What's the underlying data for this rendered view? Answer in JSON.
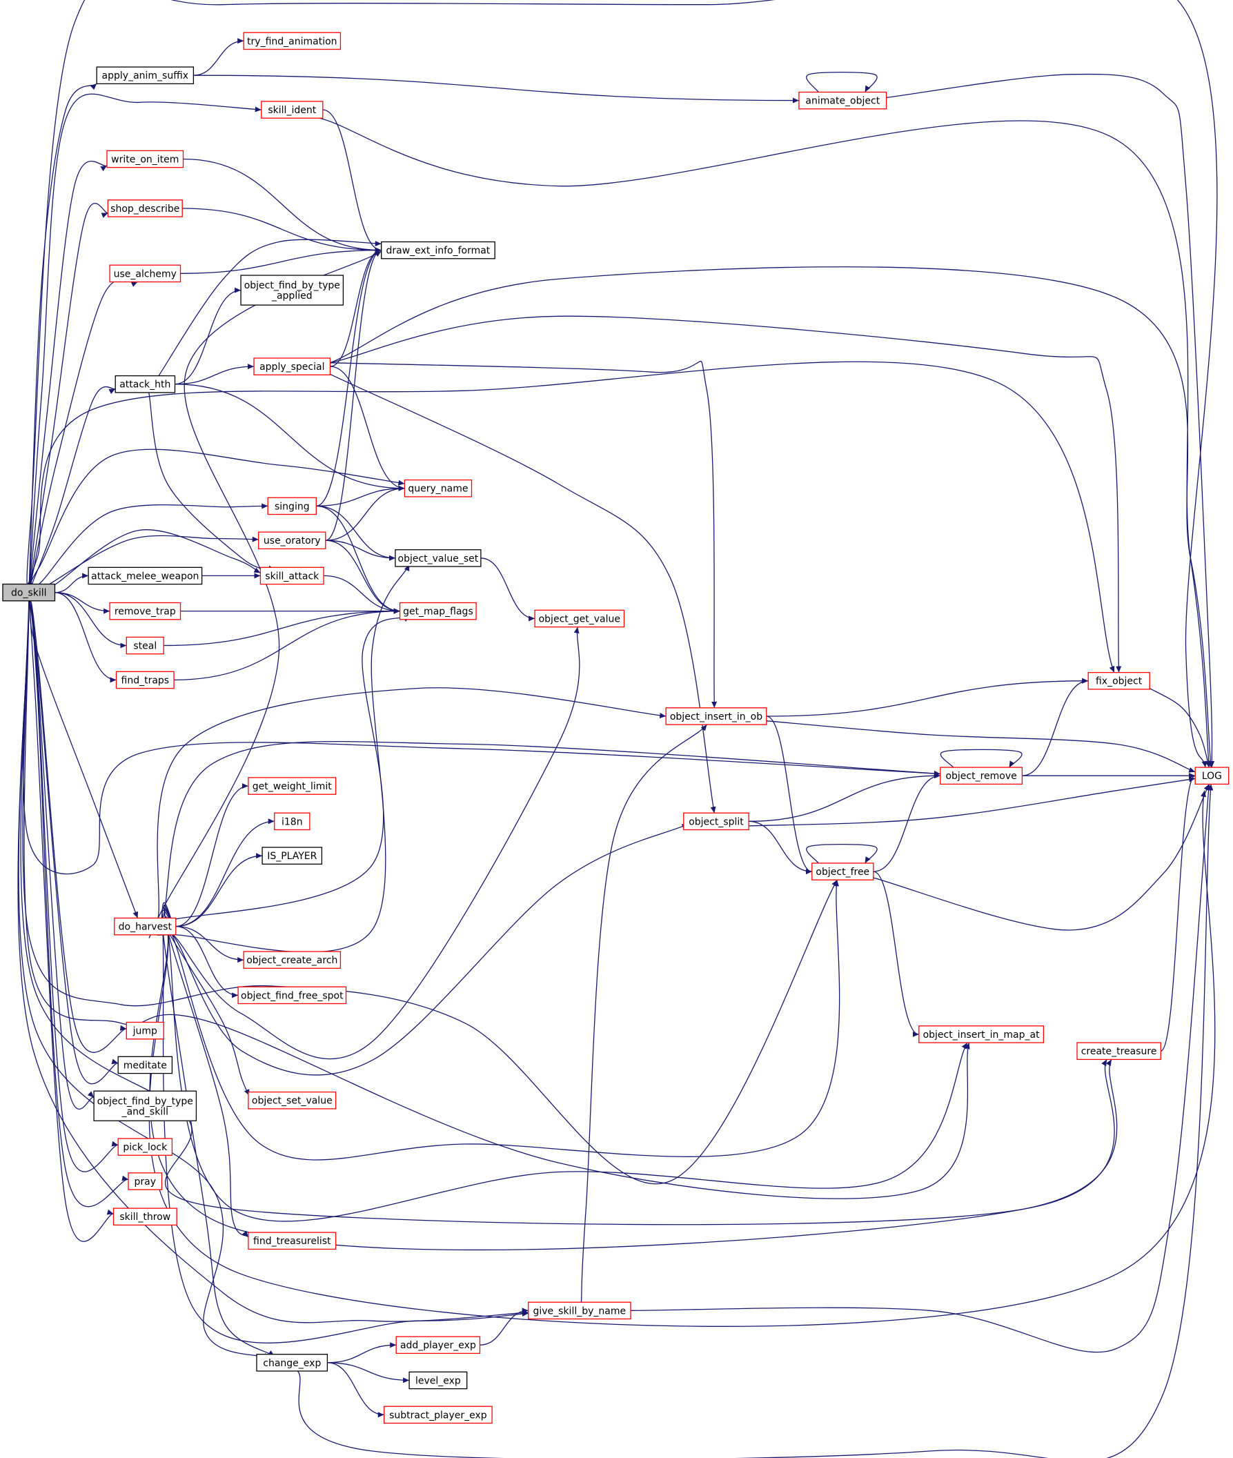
{
  "colors": {
    "edge": "#191970",
    "documented_border": "#ff0000",
    "undocumented_border": "#000000",
    "root_fill": "#bfbfbf",
    "background": "#ffffff"
  },
  "graph": {
    "root": "do_skill",
    "nodes": [
      {
        "id": "do_skill",
        "label": "do_skill",
        "kind": "root"
      },
      {
        "id": "apply_anim_suffix",
        "label": "apply_anim_suffix",
        "kind": "undocumented"
      },
      {
        "id": "try_find_animation",
        "label": "try_find_animation",
        "kind": "documented"
      },
      {
        "id": "animate_object",
        "label": "animate_object",
        "kind": "documented"
      },
      {
        "id": "skill_ident",
        "label": "skill_ident",
        "kind": "documented"
      },
      {
        "id": "write_on_item",
        "label": "write_on_item",
        "kind": "documented"
      },
      {
        "id": "shop_describe",
        "label": "shop_describe",
        "kind": "documented"
      },
      {
        "id": "use_alchemy",
        "label": "use_alchemy",
        "kind": "documented"
      },
      {
        "id": "draw_ext_info_format",
        "label": "draw_ext_info_format",
        "kind": "undocumented"
      },
      {
        "id": "object_find_by_type_applied",
        "label": "object_find_by_type\n_applied",
        "kind": "undocumented"
      },
      {
        "id": "attack_hth",
        "label": "attack_hth",
        "kind": "undocumented"
      },
      {
        "id": "apply_special",
        "label": "apply_special",
        "kind": "documented"
      },
      {
        "id": "query_name",
        "label": "query_name",
        "kind": "documented"
      },
      {
        "id": "singing",
        "label": "singing",
        "kind": "documented"
      },
      {
        "id": "use_oratory",
        "label": "use_oratory",
        "kind": "documented"
      },
      {
        "id": "object_value_set",
        "label": "object_value_set",
        "kind": "undocumented"
      },
      {
        "id": "attack_melee_weapon",
        "label": "attack_melee_weapon",
        "kind": "undocumented"
      },
      {
        "id": "skill_attack",
        "label": "skill_attack",
        "kind": "documented"
      },
      {
        "id": "remove_trap",
        "label": "remove_trap",
        "kind": "documented"
      },
      {
        "id": "get_map_flags",
        "label": "get_map_flags",
        "kind": "documented"
      },
      {
        "id": "object_get_value",
        "label": "object_get_value",
        "kind": "documented"
      },
      {
        "id": "steal",
        "label": "steal",
        "kind": "documented"
      },
      {
        "id": "find_traps",
        "label": "find_traps",
        "kind": "documented"
      },
      {
        "id": "fix_object",
        "label": "fix_object",
        "kind": "documented"
      },
      {
        "id": "object_insert_in_ob",
        "label": "object_insert_in_ob",
        "kind": "documented"
      },
      {
        "id": "object_remove",
        "label": "object_remove",
        "kind": "documented"
      },
      {
        "id": "LOG",
        "label": "LOG",
        "kind": "documented"
      },
      {
        "id": "get_weight_limit",
        "label": "get_weight_limit",
        "kind": "documented"
      },
      {
        "id": "i18n",
        "label": "i18n",
        "kind": "documented"
      },
      {
        "id": "object_split",
        "label": "object_split",
        "kind": "documented"
      },
      {
        "id": "IS_PLAYER",
        "label": "IS_PLAYER",
        "kind": "undocumented"
      },
      {
        "id": "object_free",
        "label": "object_free",
        "kind": "documented"
      },
      {
        "id": "do_harvest",
        "label": "do_harvest",
        "kind": "documented"
      },
      {
        "id": "object_create_arch",
        "label": "object_create_arch",
        "kind": "documented"
      },
      {
        "id": "object_find_free_spot",
        "label": "object_find_free_spot",
        "kind": "documented"
      },
      {
        "id": "jump",
        "label": "jump",
        "kind": "documented"
      },
      {
        "id": "object_insert_in_map_at",
        "label": "object_insert_in_map_at",
        "kind": "documented"
      },
      {
        "id": "meditate",
        "label": "meditate",
        "kind": "undocumented"
      },
      {
        "id": "create_treasure",
        "label": "create_treasure",
        "kind": "documented"
      },
      {
        "id": "object_find_by_type_and_skill",
        "label": "object_find_by_type\n_and_skill",
        "kind": "undocumented"
      },
      {
        "id": "object_set_value",
        "label": "object_set_value",
        "kind": "documented"
      },
      {
        "id": "pick_lock",
        "label": "pick_lock",
        "kind": "documented"
      },
      {
        "id": "pray",
        "label": "pray",
        "kind": "documented"
      },
      {
        "id": "skill_throw",
        "label": "skill_throw",
        "kind": "documented"
      },
      {
        "id": "find_treasurelist",
        "label": "find_treasurelist",
        "kind": "documented"
      },
      {
        "id": "give_skill_by_name",
        "label": "give_skill_by_name",
        "kind": "documented"
      },
      {
        "id": "add_player_exp",
        "label": "add_player_exp",
        "kind": "documented"
      },
      {
        "id": "change_exp",
        "label": "change_exp",
        "kind": "undocumented"
      },
      {
        "id": "level_exp",
        "label": "level_exp",
        "kind": "undocumented"
      },
      {
        "id": "subtract_player_exp",
        "label": "subtract_player_exp",
        "kind": "documented"
      }
    ],
    "edges": [
      [
        "do_skill",
        "apply_anim_suffix"
      ],
      [
        "do_skill",
        "LOG"
      ],
      [
        "do_skill",
        "skill_ident"
      ],
      [
        "do_skill",
        "write_on_item"
      ],
      [
        "do_skill",
        "shop_describe"
      ],
      [
        "do_skill",
        "use_alchemy"
      ],
      [
        "do_skill",
        "attack_hth"
      ],
      [
        "do_skill",
        "fix_object"
      ],
      [
        "do_skill",
        "query_name"
      ],
      [
        "do_skill",
        "singing"
      ],
      [
        "do_skill",
        "use_oratory"
      ],
      [
        "do_skill",
        "attack_melee_weapon"
      ],
      [
        "do_skill",
        "remove_trap"
      ],
      [
        "do_skill",
        "steal"
      ],
      [
        "do_skill",
        "find_traps"
      ],
      [
        "do_skill",
        "do_harvest"
      ],
      [
        "do_skill",
        "object_free"
      ],
      [
        "do_skill",
        "object_insert_in_map_at"
      ],
      [
        "do_skill",
        "create_treasure"
      ],
      [
        "do_skill",
        "object_find_by_type_and_skill"
      ],
      [
        "do_skill",
        "jump"
      ],
      [
        "do_skill",
        "meditate"
      ],
      [
        "do_skill",
        "pick_lock"
      ],
      [
        "do_skill",
        "pray"
      ],
      [
        "do_skill",
        "skill_throw"
      ],
      [
        "do_skill",
        "change_exp"
      ],
      [
        "do_skill",
        "give_skill_by_name"
      ],
      [
        "do_skill",
        "object_remove"
      ],
      [
        "do_skill",
        "skill_attack"
      ],
      [
        "apply_anim_suffix",
        "try_find_animation"
      ],
      [
        "apply_anim_suffix",
        "animate_object"
      ],
      [
        "animate_object",
        "animate_object"
      ],
      [
        "animate_object",
        "LOG"
      ],
      [
        "skill_ident",
        "draw_ext_info_format"
      ],
      [
        "skill_ident",
        "LOG"
      ],
      [
        "write_on_item",
        "draw_ext_info_format"
      ],
      [
        "shop_describe",
        "draw_ext_info_format"
      ],
      [
        "use_alchemy",
        "draw_ext_info_format"
      ],
      [
        "attack_hth",
        "draw_ext_info_format"
      ],
      [
        "attack_hth",
        "object_find_by_type_applied"
      ],
      [
        "attack_hth",
        "apply_special"
      ],
      [
        "attack_hth",
        "query_name"
      ],
      [
        "attack_hth",
        "skill_attack"
      ],
      [
        "apply_special",
        "draw_ext_info_format"
      ],
      [
        "apply_special",
        "LOG"
      ],
      [
        "apply_special",
        "fix_object"
      ],
      [
        "apply_special",
        "object_insert_in_ob"
      ],
      [
        "apply_special",
        "object_split"
      ],
      [
        "apply_special",
        "query_name"
      ],
      [
        "singing",
        "draw_ext_info_format"
      ],
      [
        "singing",
        "query_name"
      ],
      [
        "singing",
        "object_value_set"
      ],
      [
        "singing",
        "get_map_flags"
      ],
      [
        "use_oratory",
        "draw_ext_info_format"
      ],
      [
        "use_oratory",
        "query_name"
      ],
      [
        "use_oratory",
        "object_value_set"
      ],
      [
        "use_oratory",
        "get_map_flags"
      ],
      [
        "object_value_set",
        "object_get_value"
      ],
      [
        "attack_melee_weapon",
        "skill_attack"
      ],
      [
        "skill_attack",
        "get_map_flags"
      ],
      [
        "remove_trap",
        "get_map_flags"
      ],
      [
        "steal",
        "get_map_flags"
      ],
      [
        "find_traps",
        "get_map_flags"
      ],
      [
        "object_insert_in_ob",
        "fix_object"
      ],
      [
        "object_insert_in_ob",
        "LOG"
      ],
      [
        "object_insert_in_ob",
        "object_free"
      ],
      [
        "fix_object",
        "LOG"
      ],
      [
        "object_remove",
        "object_remove"
      ],
      [
        "object_remove",
        "fix_object"
      ],
      [
        "object_remove",
        "LOG"
      ],
      [
        "object_split",
        "object_remove"
      ],
      [
        "object_split",
        "LOG"
      ],
      [
        "object_split",
        "object_free"
      ],
      [
        "object_free",
        "object_free"
      ],
      [
        "object_free",
        "object_remove"
      ],
      [
        "object_free",
        "LOG"
      ],
      [
        "object_free",
        "object_insert_in_map_at"
      ],
      [
        "create_treasure",
        "LOG"
      ],
      [
        "do_harvest",
        "draw_ext_info_format"
      ],
      [
        "do_harvest",
        "object_insert_in_ob"
      ],
      [
        "do_harvest",
        "object_remove"
      ],
      [
        "do_harvest",
        "get_weight_limit"
      ],
      [
        "do_harvest",
        "i18n"
      ],
      [
        "do_harvest",
        "IS_PLAYER"
      ],
      [
        "do_harvest",
        "get_map_flags"
      ],
      [
        "do_harvest",
        "object_value_set"
      ],
      [
        "do_harvest",
        "object_get_value"
      ],
      [
        "do_harvest",
        "object_split"
      ],
      [
        "do_harvest",
        "object_create_arch"
      ],
      [
        "do_harvest",
        "object_find_free_spot"
      ],
      [
        "do_harvest",
        "object_set_value"
      ],
      [
        "do_harvest",
        "find_treasurelist"
      ],
      [
        "do_harvest",
        "object_free"
      ],
      [
        "do_harvest",
        "object_insert_in_map_at"
      ],
      [
        "do_harvest",
        "create_treasure"
      ],
      [
        "do_harvest",
        "LOG"
      ],
      [
        "do_harvest",
        "give_skill_by_name"
      ],
      [
        "do_harvest",
        "change_exp"
      ],
      [
        "give_skill_by_name",
        "object_insert_in_ob"
      ],
      [
        "give_skill_by_name",
        "LOG"
      ],
      [
        "change_exp",
        "add_player_exp"
      ],
      [
        "change_exp",
        "level_exp"
      ],
      [
        "change_exp",
        "subtract_player_exp"
      ],
      [
        "change_exp",
        "LOG"
      ],
      [
        "add_player_exp",
        "give_skill_by_name"
      ]
    ]
  }
}
